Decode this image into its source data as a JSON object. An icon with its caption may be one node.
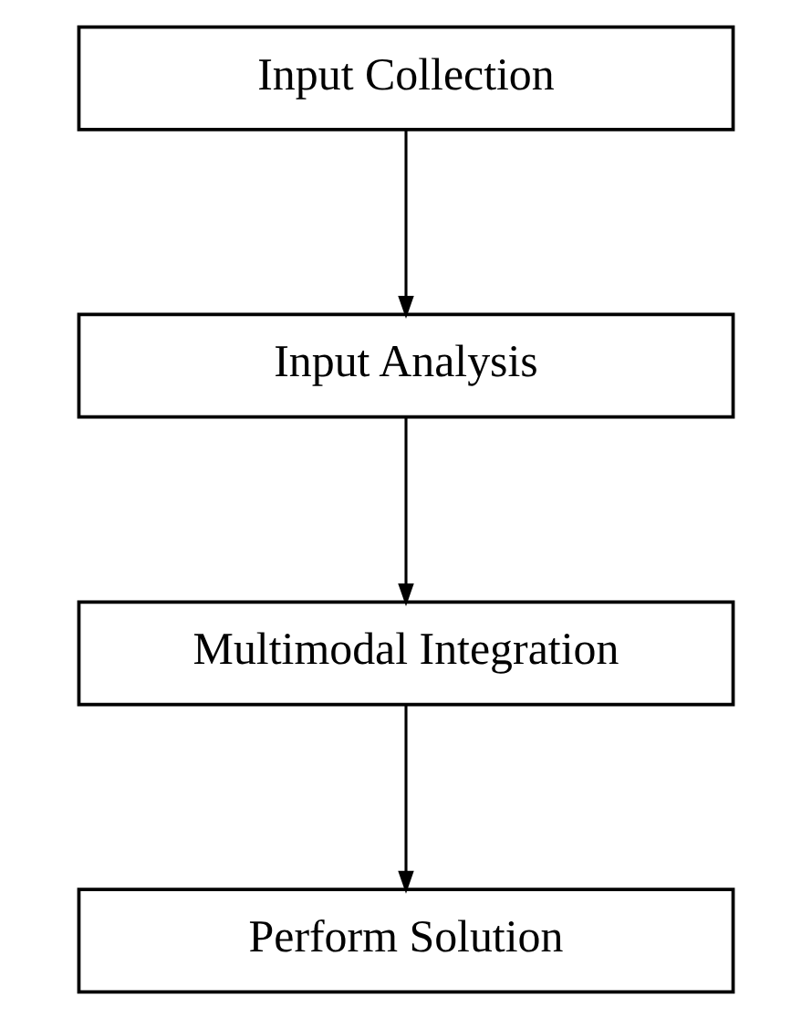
{
  "diagram": {
    "nodes": [
      {
        "text": [
          "Input Collection"
        ]
      },
      {
        "text": [
          "Input Analysis"
        ]
      },
      {
        "text": [
          "Multimodal Integration"
        ]
      },
      {
        "text": [
          "Perform Solution"
        ]
      }
    ],
    "edges": [
      {
        "from": 0,
        "to": 1,
        "arrow": "to"
      },
      {
        "from": 1,
        "to": 2,
        "arrow": "to"
      },
      {
        "from": 2,
        "to": 3,
        "arrow": "to"
      }
    ]
  }
}
